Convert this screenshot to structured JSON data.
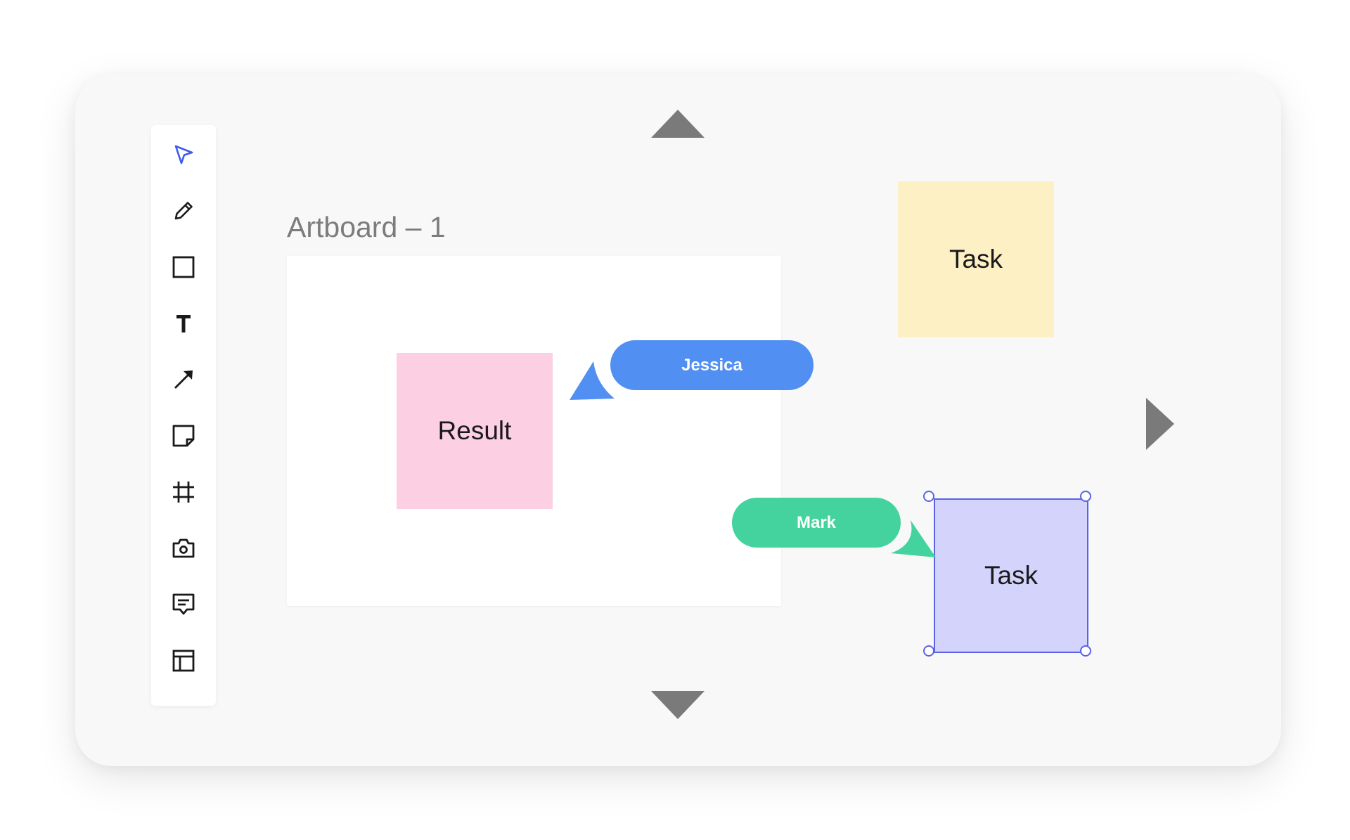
{
  "toolbar": {
    "tools": [
      {
        "id": "select",
        "icon": "cursor-arrow-icon",
        "active": true
      },
      {
        "id": "pen",
        "icon": "pencil-icon"
      },
      {
        "id": "rectangle",
        "icon": "square-icon"
      },
      {
        "id": "text",
        "icon": "text-t-icon",
        "glyph": "T"
      },
      {
        "id": "arrow",
        "icon": "diagonal-arrow-icon"
      },
      {
        "id": "sticky-note",
        "icon": "sticky-note-icon"
      },
      {
        "id": "frame",
        "icon": "frame-hash-icon"
      },
      {
        "id": "camera",
        "icon": "camera-icon"
      },
      {
        "id": "comment",
        "icon": "comment-icon"
      },
      {
        "id": "layout",
        "icon": "layout-grid-icon"
      }
    ]
  },
  "canvas": {
    "artboard_title": "Artboard – 1",
    "stickies": {
      "result": {
        "label": "Result",
        "color": "#fccfe2"
      },
      "task_yellow": {
        "label": "Task",
        "color": "#fdf0c4"
      },
      "task_purple": {
        "label": "Task",
        "color": "#d3d3fb",
        "selected": true
      }
    },
    "cursors": {
      "jessica": {
        "name": "Jessica",
        "color": "#528ff2"
      },
      "mark": {
        "name": "Mark",
        "color": "#44d39e"
      }
    },
    "nav_arrows": [
      "up",
      "down",
      "right"
    ]
  },
  "colors": {
    "accent": "#3d5af1",
    "selection": "#5b62e5",
    "nav_arrow": "#7a7a7a",
    "card_background": "#f8f8f8"
  }
}
